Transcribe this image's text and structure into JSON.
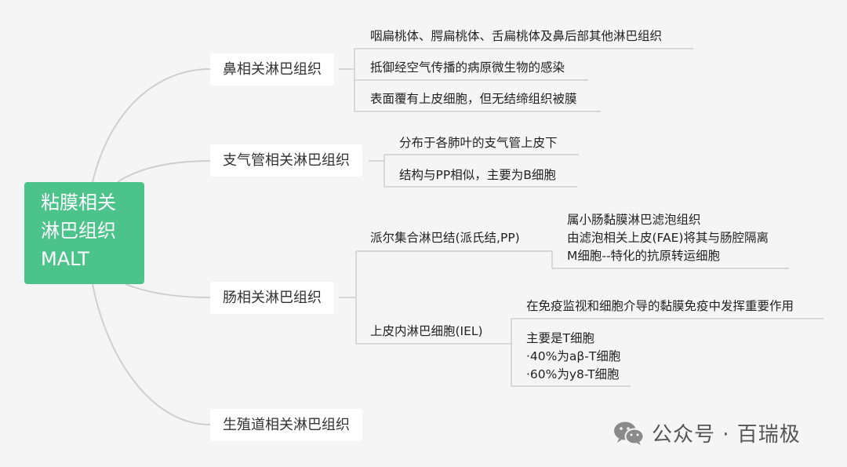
{
  "root": {
    "lines": [
      "粘膜相关",
      "淋巴组织",
      "MALT"
    ]
  },
  "branches": {
    "nose": {
      "label": "鼻相关淋巴组织",
      "leaves": [
        "咽扁桃体、腭扁桃体、舌扁桃体及鼻后部其他淋巴组织",
        "抵御经空气传播的病原微生物的感染",
        "表面覆有上皮细胞，但无结缔组织被膜"
      ]
    },
    "bronchus": {
      "label": "支气管相关淋巴组织",
      "leaves": [
        "分布于各肺叶的支气管上皮下",
        "结构与PP相似，主要为B细胞"
      ]
    },
    "gut": {
      "label": "肠相关淋巴组织",
      "pp": {
        "label": "派尔集合淋巴结(派氏结,PP)",
        "lines": [
          "属小肠黏膜淋巴滤泡组织",
          "由滤泡相关上皮(FAE)将其与肠腔隔离",
          "M细胞--特化的抗原转运细胞"
        ]
      },
      "iel": {
        "label": "上皮内淋巴细胞(IEL)",
        "leaf1": "在免疫监视和细胞介导的黏膜免疫中发挥重要作用",
        "lines": [
          "主要是T细胞",
          "·40%为aβ-T细胞",
          "·60%为y8-T细胞"
        ]
      }
    },
    "genital": {
      "label": "生殖道相关淋巴组织"
    }
  },
  "watermark": {
    "text": "公众号 · 百瑞极",
    "icon": "wechat-icon"
  },
  "colors": {
    "root_bg": "#4cc38a",
    "line": "#cccccc",
    "background": "#f5f5f5"
  }
}
